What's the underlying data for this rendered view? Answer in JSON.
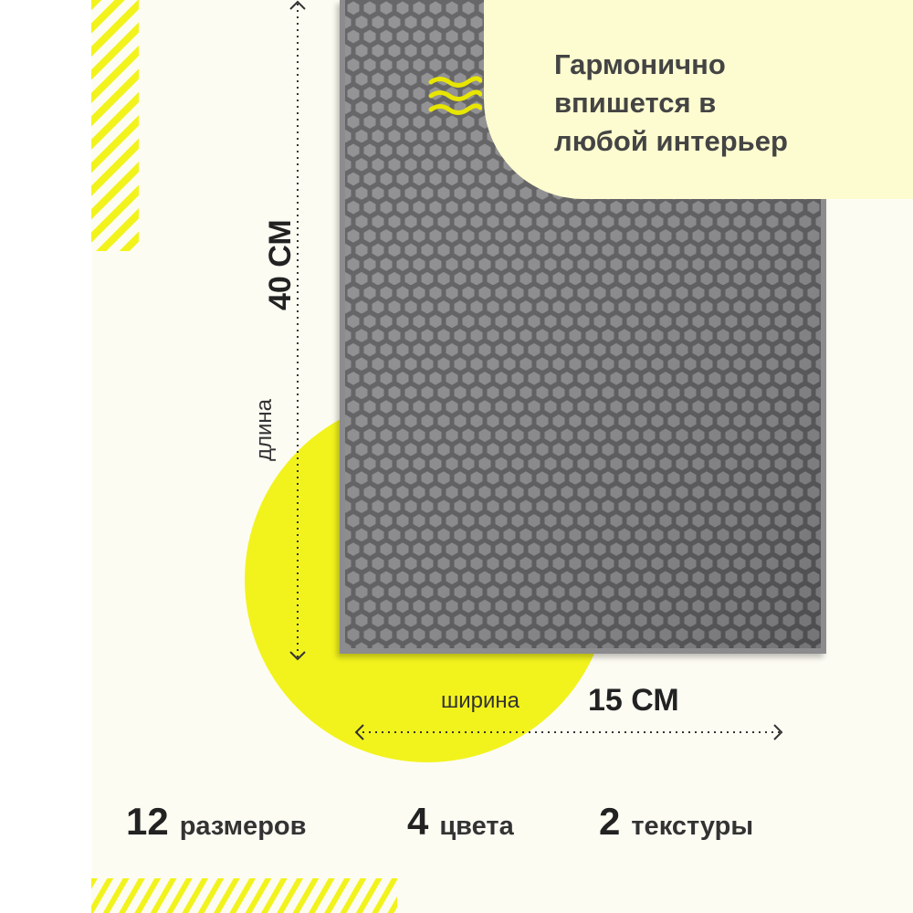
{
  "bubble": {
    "text": "Гармонично\nвпишется в\nлюбой интерьер"
  },
  "dimensions": {
    "length_label": "длина",
    "length_value": "40 СМ",
    "width_label": "ширина",
    "width_value": "15 СМ"
  },
  "stats": [
    {
      "number": "12",
      "text": "размеров"
    },
    {
      "number": "4",
      "text": "цвета"
    },
    {
      "number": "2",
      "text": "текстуры"
    }
  ],
  "colors": {
    "accent_yellow": "#f2f31d",
    "panel_bg": "#fdfcf3",
    "bubble_bg": "#fdfcd0",
    "mat_gray": "#666668",
    "text_dark": "#222222"
  },
  "icons": {
    "bubble_icon": "wave-lines-icon",
    "length_arrow": "vertical-dotted-arrow-icon",
    "width_arrow": "horizontal-dotted-arrow-icon"
  }
}
